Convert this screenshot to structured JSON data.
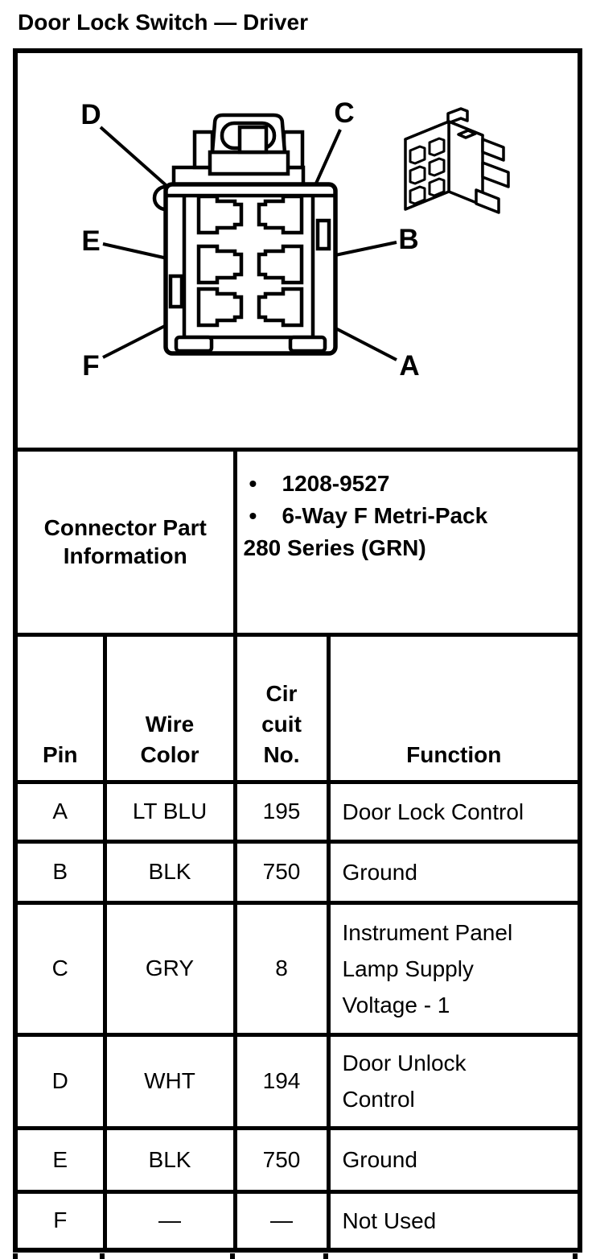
{
  "page": {
    "title": "Door Lock Switch — Driver"
  },
  "diagram": {
    "pin_labels": {
      "a": "A",
      "b": "B",
      "c": "C",
      "d": "D",
      "e": "E",
      "f": "F"
    }
  },
  "part_info": {
    "label_line1": "Connector Part",
    "label_line2": "Information",
    "bullet_char": "•",
    "bullets": [
      "1208-9527",
      "6-Way F Metri-Pack"
    ],
    "continuation": "280 Series (GRN)"
  },
  "table": {
    "headers": {
      "pin": "Pin",
      "wire_line1": "Wire",
      "wire_line2": "Color",
      "circuit_line1": "Cir",
      "circuit_line2": "cuit",
      "circuit_line3": "No.",
      "function": "Function"
    },
    "rows": [
      {
        "pin": "A",
        "wire_color": "LT BLU",
        "circuit_no": "195",
        "function": "Door Lock Control"
      },
      {
        "pin": "B",
        "wire_color": "BLK",
        "circuit_no": "750",
        "function": "Ground"
      },
      {
        "pin": "C",
        "wire_color": "GRY",
        "circuit_no": "8",
        "function": "Instrument Panel Lamp Supply Voltage - 1"
      },
      {
        "pin": "D",
        "wire_color": "WHT",
        "circuit_no": "194",
        "function": "Door Unlock Control"
      },
      {
        "pin": "E",
        "wire_color": "BLK",
        "circuit_no": "750",
        "function": "Ground"
      },
      {
        "pin": "F",
        "wire_color": "—",
        "circuit_no": "—",
        "function": "Not Used"
      }
    ]
  }
}
